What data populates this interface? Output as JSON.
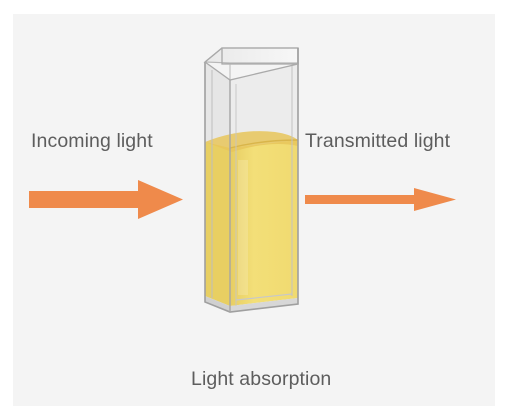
{
  "labels": {
    "incoming": "Incoming light",
    "transmitted": "Transmitted light",
    "caption": "Light absorption"
  },
  "colors": {
    "background_panel": "#f4f4f4",
    "arrow": "#ef8a4b",
    "liquid": "#f2dc72",
    "liquid_surface": "#e8c45a",
    "glass": "#bfbfbf",
    "text": "#5d5d5d"
  },
  "icons": {
    "incoming_arrow": "arrow-right-icon",
    "transmitted_arrow": "arrow-right-icon",
    "cuvette": "cuvette-icon"
  }
}
